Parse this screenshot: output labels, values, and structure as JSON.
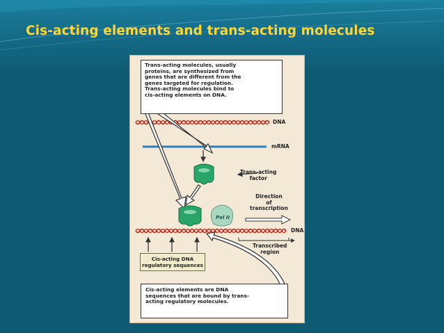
{
  "slide": {
    "title": "Cis-acting elements and trans-acting molecules"
  },
  "figure": {
    "top_box": [
      "Trans-acting molecules, usually",
      "proteins, are synthesized from",
      "genes that are different from the",
      "genes targeted for regulation.",
      "Trans-acting molecules bind to",
      "cis-acting elements on DNA."
    ],
    "bottom_box": [
      "Cis-acting elements are DNA",
      "sequences that are bound by trans-",
      "acting regulatory molecules."
    ],
    "label_dna_top": "DNA",
    "label_mrna": "mRNA",
    "label_factor": [
      "Trans-acting",
      "factor"
    ],
    "label_direction": [
      "Direction",
      "of",
      "transcription"
    ],
    "label_pol": "Pol II",
    "label_dna_bottom": "DNA",
    "label_transcribed": [
      "Transcribed",
      "region"
    ],
    "label_cis": [
      "Cis-acting DNA",
      "regulatory sequences"
    ]
  },
  "colors": {
    "background": "#0f5a73",
    "title": "#ffd633",
    "dna": "#d93a2b",
    "mrna": "#2a7fc0",
    "protein": "#2aa56a",
    "pol": "#a8d8c0"
  }
}
